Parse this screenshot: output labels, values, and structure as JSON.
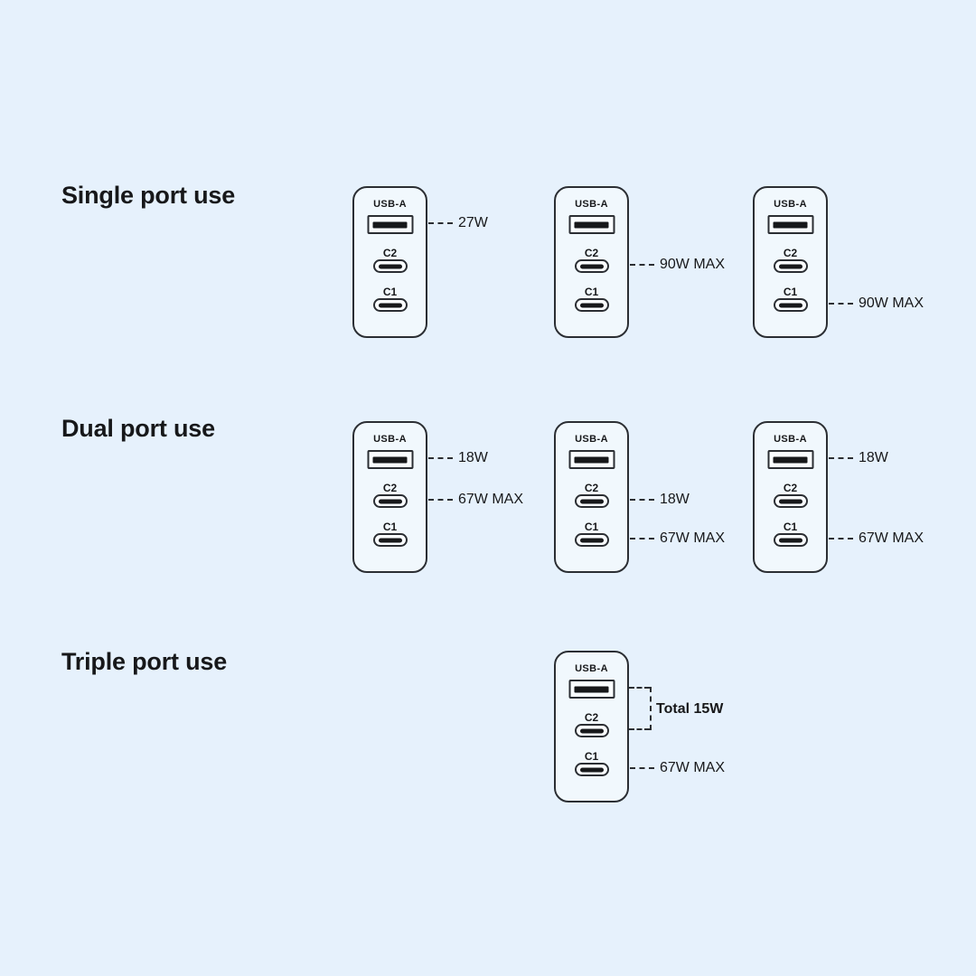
{
  "colors": {
    "background": "#e6f1fc",
    "ink": "#17181a",
    "stroke": "#2b2e33",
    "charger_fill": "#f1f8fd",
    "port_fill": "#fafdff"
  },
  "rows": [
    {
      "heading": "Single port use",
      "chargers": [
        {
          "ports": [
            {
              "label": "USB-A",
              "type": "a"
            },
            {
              "label": "C2",
              "type": "c"
            },
            {
              "label": "C1",
              "type": "c"
            }
          ],
          "callouts": [
            {
              "port": 0,
              "text": "27W",
              "bold": false
            }
          ]
        },
        {
          "ports": [
            {
              "label": "USB-A",
              "type": "a"
            },
            {
              "label": "C2",
              "type": "c"
            },
            {
              "label": "C1",
              "type": "c"
            }
          ],
          "callouts": [
            {
              "port": 1,
              "text": "90W MAX",
              "bold": false
            }
          ]
        },
        {
          "ports": [
            {
              "label": "USB-A",
              "type": "a"
            },
            {
              "label": "C2",
              "type": "c"
            },
            {
              "label": "C1",
              "type": "c"
            }
          ],
          "callouts": [
            {
              "port": 2,
              "text": "90W MAX",
              "bold": false
            }
          ]
        }
      ]
    },
    {
      "heading": "Dual port use",
      "chargers": [
        {
          "ports": [
            {
              "label": "USB-A",
              "type": "a"
            },
            {
              "label": "C2",
              "type": "c"
            },
            {
              "label": "C1",
              "type": "c"
            }
          ],
          "callouts": [
            {
              "port": 0,
              "text": "18W",
              "bold": false
            },
            {
              "port": 1,
              "text": "67W MAX",
              "bold": false
            }
          ]
        },
        {
          "ports": [
            {
              "label": "USB-A",
              "type": "a"
            },
            {
              "label": "C2",
              "type": "c"
            },
            {
              "label": "C1",
              "type": "c"
            }
          ],
          "callouts": [
            {
              "port": 1,
              "text": "18W",
              "bold": false
            },
            {
              "port": 2,
              "text": "67W MAX",
              "bold": false
            }
          ]
        },
        {
          "ports": [
            {
              "label": "USB-A",
              "type": "a"
            },
            {
              "label": "C2",
              "type": "c"
            },
            {
              "label": "C1",
              "type": "c"
            }
          ],
          "callouts": [
            {
              "port": 0,
              "text": "18W",
              "bold": false
            },
            {
              "port": 2,
              "text": "67W MAX",
              "bold": false
            }
          ]
        }
      ]
    },
    {
      "heading": "Triple port use",
      "chargers": [
        {
          "ports": [
            {
              "label": "USB-A",
              "type": "a"
            },
            {
              "label": "C2",
              "type": "c"
            },
            {
              "label": "C1",
              "type": "c"
            }
          ],
          "callouts": [
            {
              "bracket": [
                0,
                1
              ],
              "text": "Total 15W",
              "bold": true
            },
            {
              "port": 2,
              "text": "67W MAX",
              "bold": false
            }
          ]
        }
      ]
    }
  ]
}
